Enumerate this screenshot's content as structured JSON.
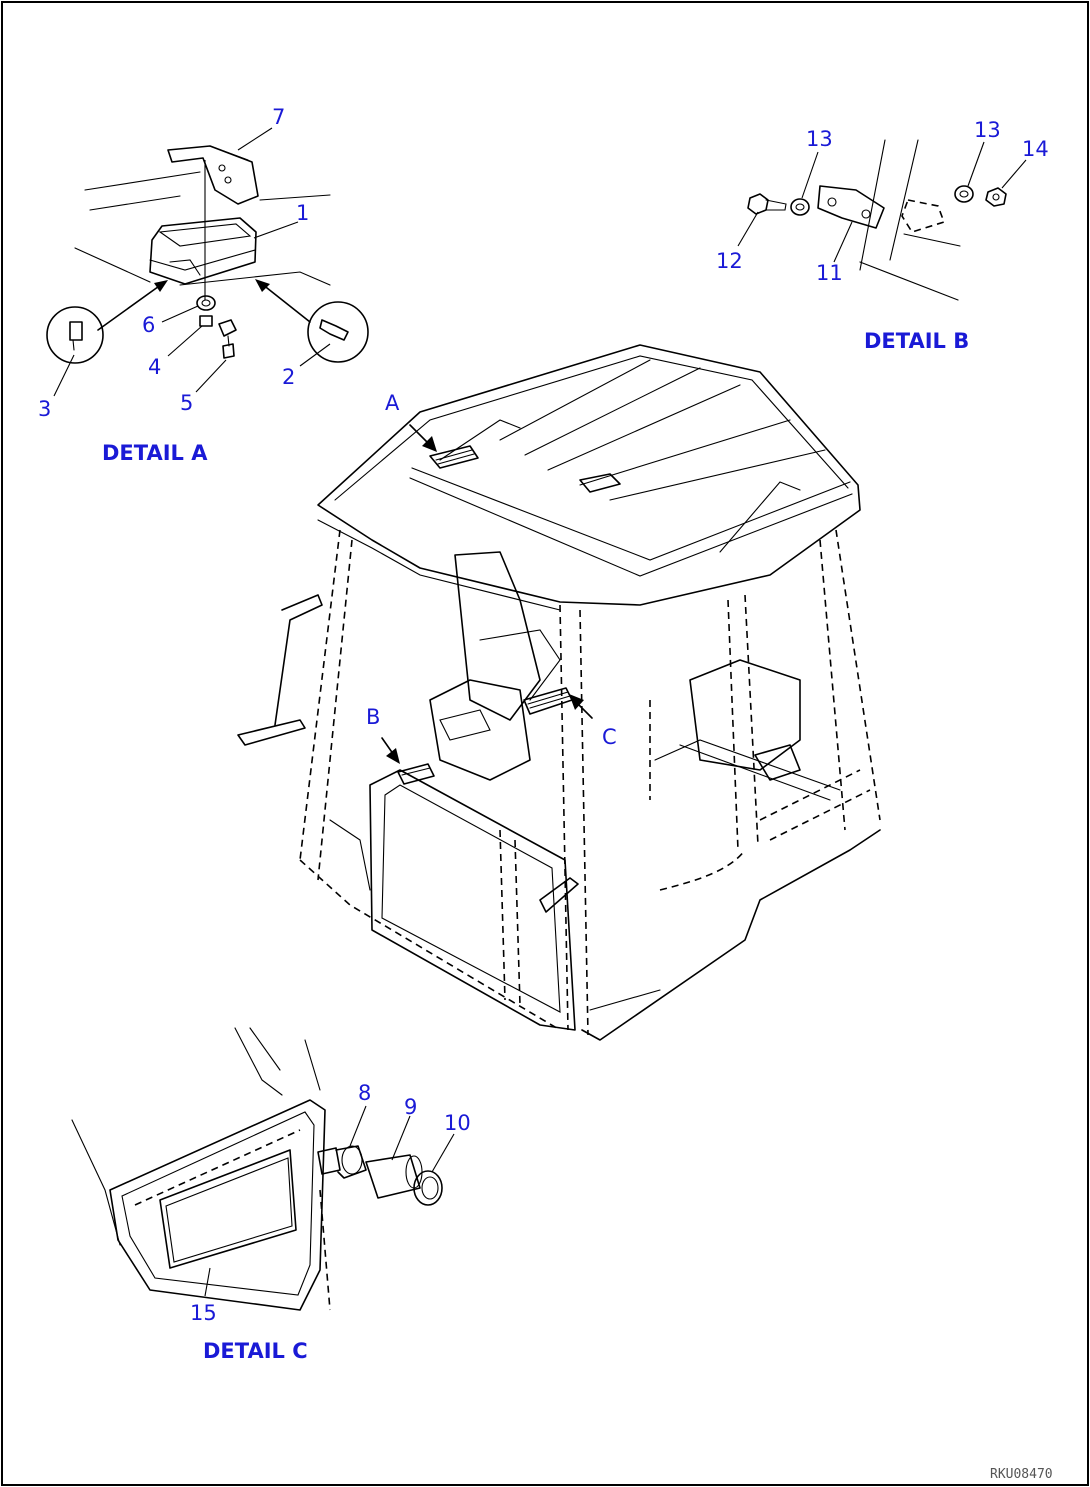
{
  "drawing": {
    "code": "RKU08470",
    "colors": {
      "callout": "#1a1ad6",
      "line": "#000000",
      "background": "#ffffff"
    }
  },
  "details": {
    "a": {
      "label": "DETAIL A",
      "callouts": [
        {
          "id": "a7",
          "text": "7"
        },
        {
          "id": "a1",
          "text": "1"
        },
        {
          "id": "a6",
          "text": "6"
        },
        {
          "id": "a4",
          "text": "4"
        },
        {
          "id": "a5",
          "text": "5"
        },
        {
          "id": "a3",
          "text": "3"
        },
        {
          "id": "a2",
          "text": "2"
        }
      ]
    },
    "b": {
      "label": "DETAIL B",
      "callouts": [
        {
          "id": "b13a",
          "text": "13"
        },
        {
          "id": "b13b",
          "text": "13"
        },
        {
          "id": "b14",
          "text": "14"
        },
        {
          "id": "b12",
          "text": "12"
        },
        {
          "id": "b11",
          "text": "11"
        }
      ]
    },
    "c": {
      "label": "DETAIL C",
      "callouts": [
        {
          "id": "c8",
          "text": "8"
        },
        {
          "id": "c9",
          "text": "9"
        },
        {
          "id": "c10",
          "text": "10"
        },
        {
          "id": "c15",
          "text": "15"
        }
      ]
    }
  },
  "cab": {
    "location_markers": [
      {
        "id": "mA",
        "text": "A"
      },
      {
        "id": "mB",
        "text": "B"
      },
      {
        "id": "mC",
        "text": "C"
      }
    ]
  }
}
